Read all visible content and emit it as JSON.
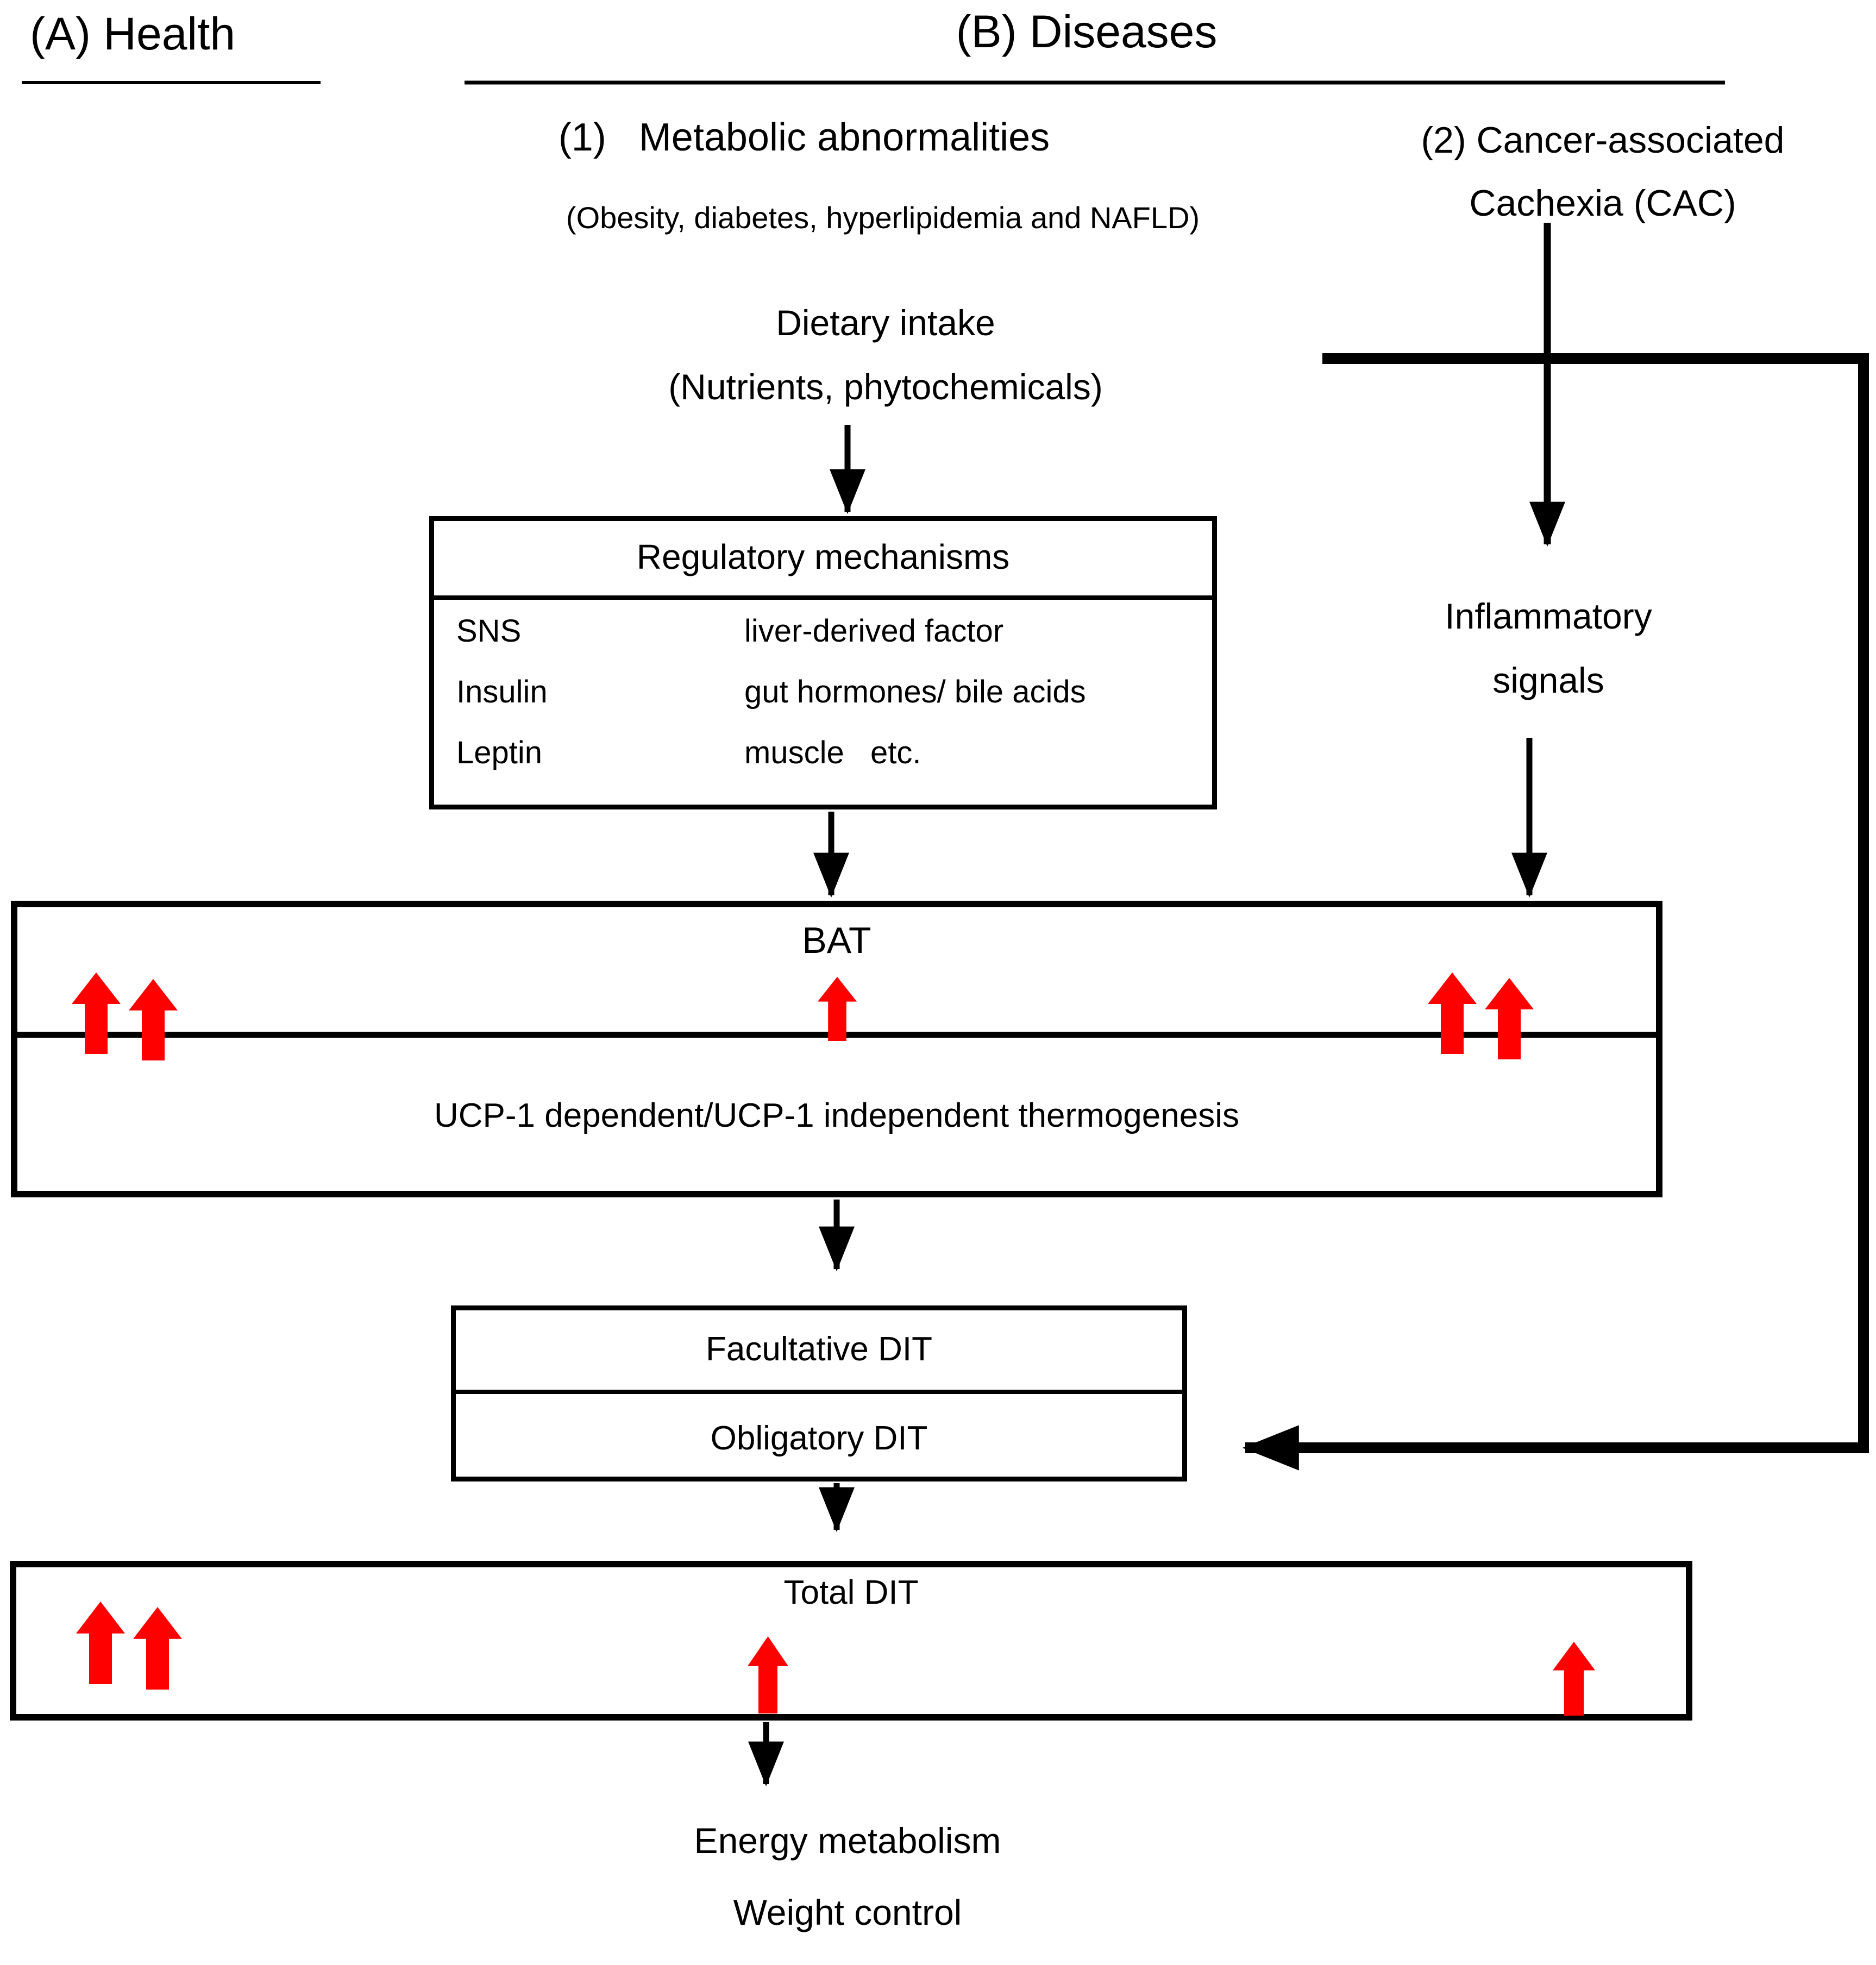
{
  "colors": {
    "accent_red": "#ff0000",
    "line_black": "#000000",
    "background": "#ffffff"
  },
  "headers": {
    "health": "(A) Health",
    "diseases": "(B) Diseases"
  },
  "disease_groups": {
    "metabolic": {
      "title": "(1)   Metabolic abnormalities",
      "subtitle": "(Obesity, diabetes, hyperlipidemia and NAFLD)"
    },
    "cachexia": {
      "line1": "(2) Cancer-associated",
      "line2": "Cachexia (CAC)"
    }
  },
  "dietary": {
    "line1": "Dietary intake",
    "line2": "(Nutrients, phytochemicals)"
  },
  "regulatory_box": {
    "title": "Regulatory mechanisms",
    "rows": [
      {
        "left": "SNS",
        "right": "liver-derived factor"
      },
      {
        "left": "Insulin",
        "right": "gut hormones/ bile acids"
      },
      {
        "left": "Leptin",
        "right": "muscle   etc."
      }
    ]
  },
  "inflammatory": {
    "line1": "Inflammatory",
    "line2": "signals"
  },
  "bat_box": {
    "title": "BAT",
    "subtitle": "UCP-1 dependent/UCP-1 independent thermogenesis"
  },
  "dit_box": {
    "facultative": "Facultative DIT",
    "obligatory": "Obligatory DIT"
  },
  "total_dit_box": {
    "title": "Total DIT"
  },
  "outcome": {
    "line1": "Energy metabolism",
    "line2": "Weight control"
  }
}
